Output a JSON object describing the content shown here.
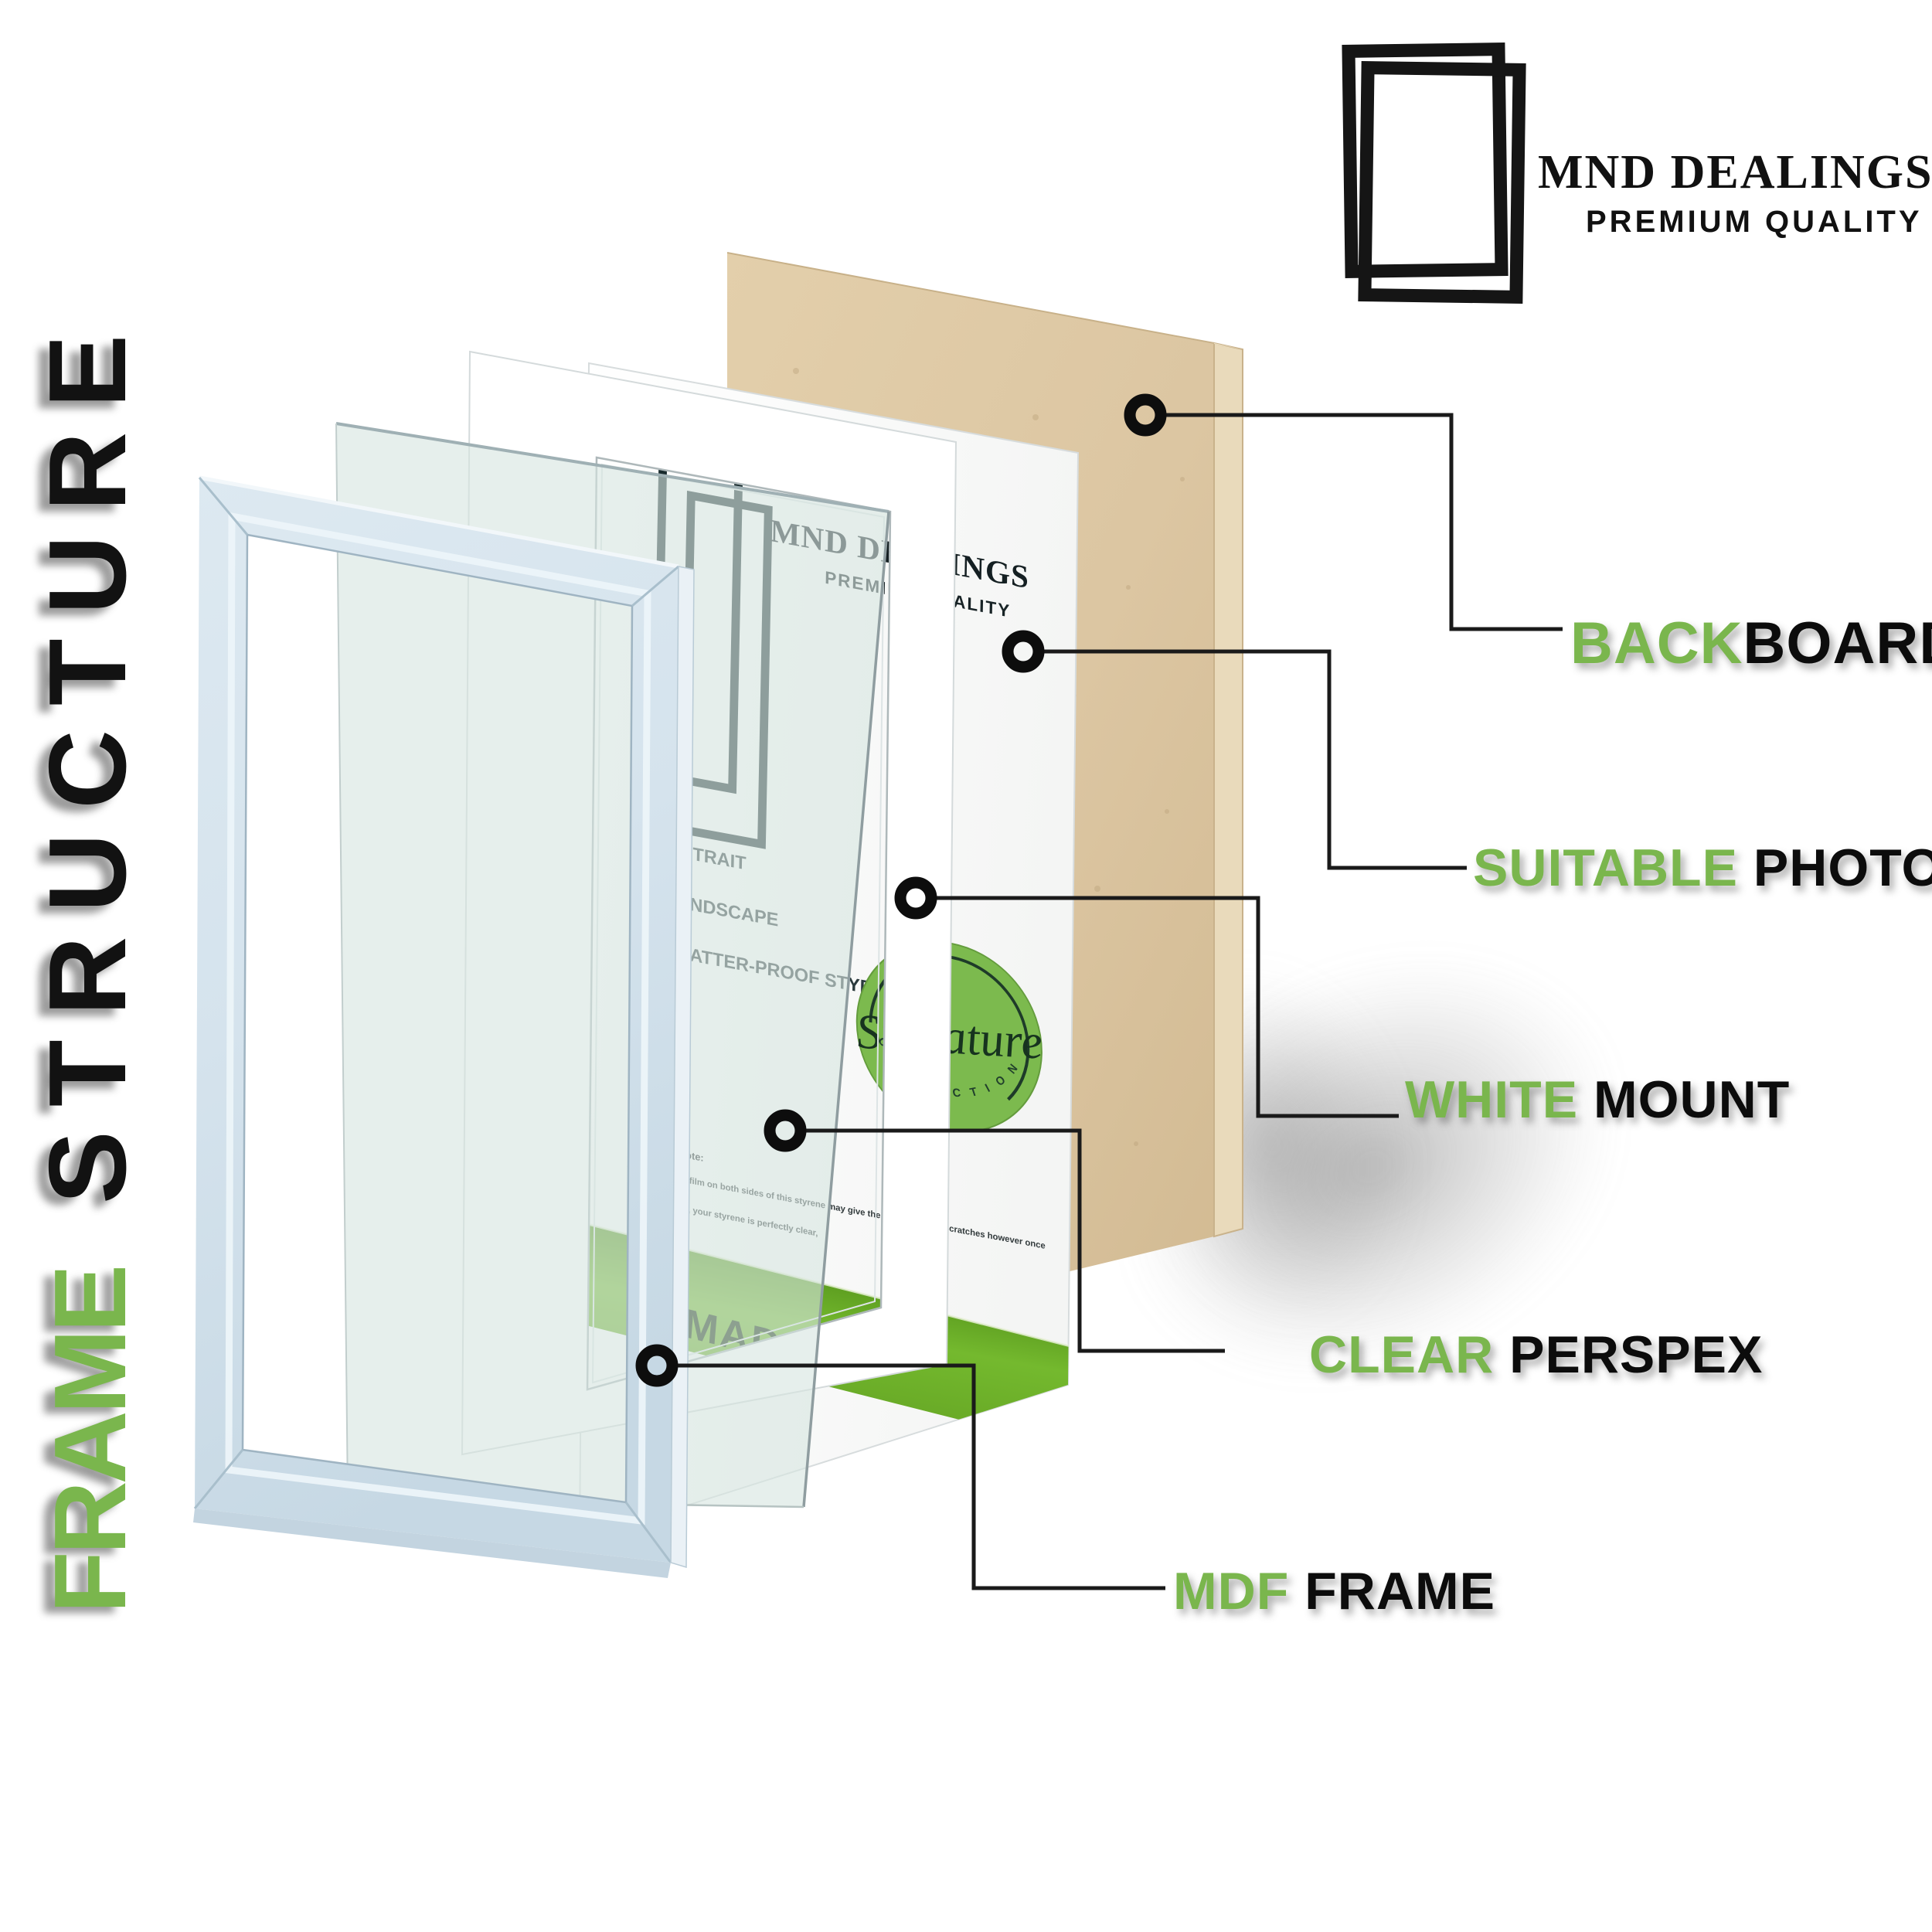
{
  "title": {
    "word_green": "FRAME",
    "word_black": "STRUCTURE"
  },
  "brand": {
    "name": "MND DEALINGS",
    "tagline": "PREMIUM QUALITY",
    "logo_icon": "double-picture-frame-icon"
  },
  "labels": [
    {
      "green": "BACK",
      "black": "BOARD"
    },
    {
      "green": "SUITABLE ",
      "black": "PHOTO"
    },
    {
      "green": "WHITE ",
      "black": "MOUNT"
    },
    {
      "green": "CLEAR ",
      "black": "PERSPEX"
    },
    {
      "green": "MDF ",
      "black": "FRAME"
    }
  ],
  "insert_print": {
    "brand_name": "MND DEALINGS",
    "brand_tagline": "PREMIUM QUALITY",
    "orientation_1": "POTRAIT",
    "orientation_2": "LANDSCAPE",
    "feature": "SHATTER-PROOF STYRENE",
    "note_title": "Note:",
    "note_line_1": "The protective film on both sides of this styrene may give the appearance of scratches however once",
    "note_line_2": "removed, your styrene is perfectly clear,",
    "banner": "MADE IN",
    "badge_script": "Signature",
    "badge_arc": "C O L L E C T I O N"
  },
  "colors": {
    "accent_green": "#7ab64d",
    "banner_green": "#6fae2a",
    "board_tan": "#dcc6a2",
    "frame_blue": "#d5e3ed",
    "connector_black": "#1a1a1a"
  }
}
